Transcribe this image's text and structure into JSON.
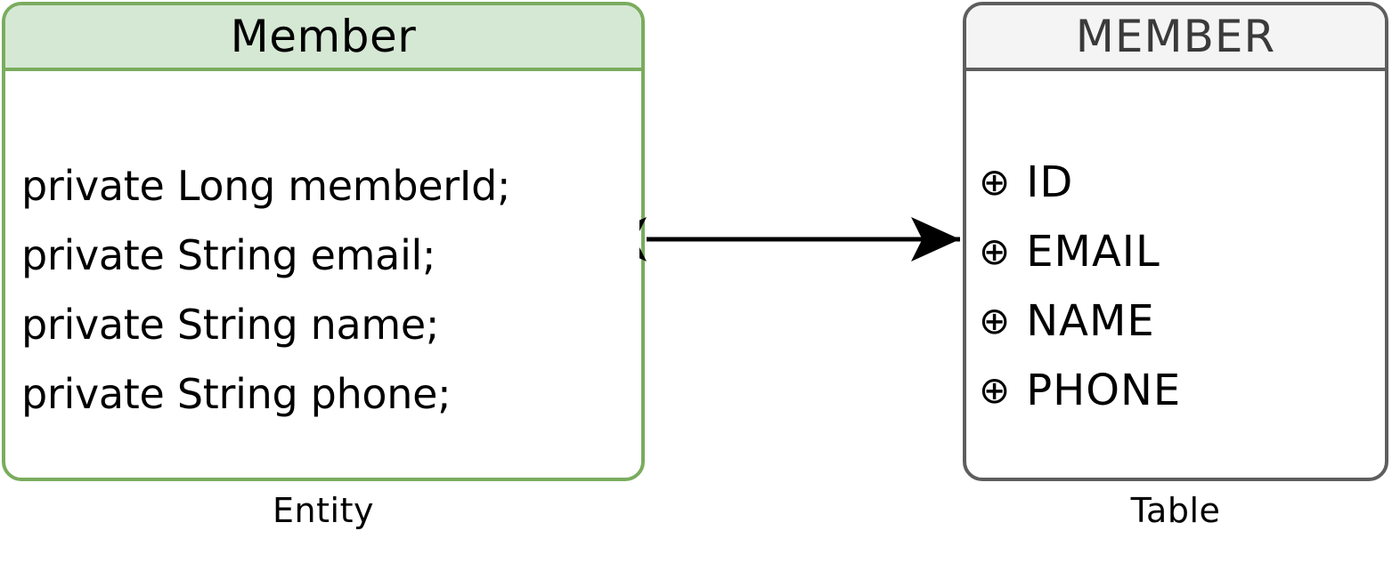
{
  "diagram": {
    "entity": {
      "title": "Member",
      "caption": "Entity",
      "border_color": "#7aac5e",
      "header_color": "#d5e8d4",
      "fields": [
        "private Long memberId;",
        "private String email;",
        "private String name;",
        "private String phone;"
      ]
    },
    "table": {
      "title": "MEMBER",
      "caption": "Table",
      "border_color": "#5e5e5e",
      "header_color": "#f4f4f4",
      "title_color": "#3a3a3a",
      "column_icon": "⊕",
      "columns": [
        "ID",
        "EMAIL",
        "NAME",
        "PHONE"
      ]
    },
    "connector": {
      "name": "double-headed-arrow",
      "color": "#000000"
    }
  }
}
